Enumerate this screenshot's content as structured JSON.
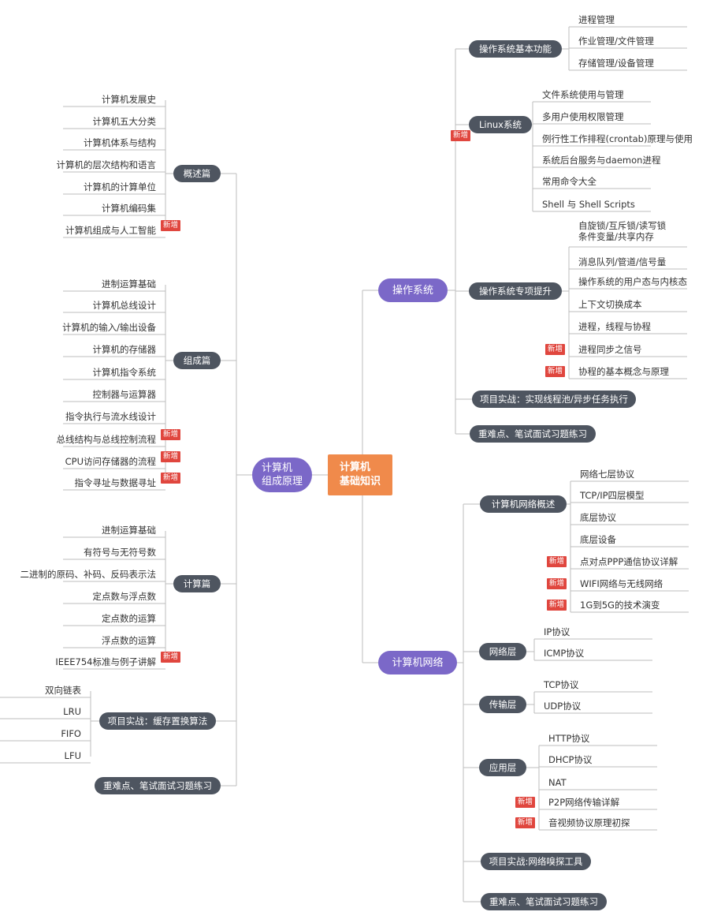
{
  "root": "计算机\n基础知识",
  "badge": "新增",
  "left": {
    "title": "计算机\n组成原理",
    "groups": [
      {
        "label": "概述篇",
        "items": [
          {
            "text": "计算机发展史"
          },
          {
            "text": "计算机五大分类"
          },
          {
            "text": "计算机体系与结构"
          },
          {
            "text": "计算机的层次结构和语言"
          },
          {
            "text": "计算机的计算单位"
          },
          {
            "text": "计算机编码集"
          },
          {
            "text": "计算机组成与人工智能",
            "isNew": true
          }
        ]
      },
      {
        "label": "组成篇",
        "items": [
          {
            "text": "进制运算基础"
          },
          {
            "text": "计算机总线设计"
          },
          {
            "text": "计算机的输入/输出设备"
          },
          {
            "text": "计算机的存储器"
          },
          {
            "text": "计算机指令系统"
          },
          {
            "text": "控制器与运算器"
          },
          {
            "text": "指令执行与流水线设计"
          },
          {
            "text": "总线结构与总线控制流程",
            "isNew": true
          },
          {
            "text": "CPU访问存储器的流程",
            "isNew": true
          },
          {
            "text": "指令寻址与数据寻址",
            "isNew": true
          }
        ]
      },
      {
        "label": "计算篇",
        "items": [
          {
            "text": "进制运算基础"
          },
          {
            "text": "有符号与无符号数"
          },
          {
            "text": "二进制的原码、补码、反码表示法"
          },
          {
            "text": "定点数与浮点数"
          },
          {
            "text": "定点数的运算"
          },
          {
            "text": "浮点数的运算"
          },
          {
            "text": "IEEE754标准与例子讲解",
            "isNew": true
          }
        ]
      },
      {
        "label": "项目实战：缓存置换算法",
        "items": [
          {
            "text": "双向链表"
          },
          {
            "text": "LRU"
          },
          {
            "text": "FIFO"
          },
          {
            "text": "LFU"
          }
        ]
      },
      {
        "label": "重难点、笔试面试习题练习",
        "items": []
      }
    ]
  },
  "right": [
    {
      "title": "操作系统",
      "groups": [
        {
          "label": "操作系统基本功能",
          "items": [
            {
              "text": "进程管理"
            },
            {
              "text": "作业管理/文件管理"
            },
            {
              "text": "存储管理/设备管理"
            }
          ]
        },
        {
          "label": "Linux系统",
          "isNew": true,
          "items": [
            {
              "text": "文件系统使用与管理"
            },
            {
              "text": "多用户使用权限管理"
            },
            {
              "text": "例行性工作排程(crontab)原理与使用"
            },
            {
              "text": "系统后台服务与daemon进程"
            },
            {
              "text": "常用命令大全"
            },
            {
              "text": "Shell 与 Shell Scripts"
            }
          ]
        },
        {
          "label": "操作系统专项提升",
          "items": [
            {
              "text": "自旋锁/互斥锁/读写锁\n条件变量/共享内存"
            },
            {
              "text": "消息队列/管道/信号量"
            },
            {
              "text": "操作系统的用户态与内核态"
            },
            {
              "text": "上下文切换成本"
            },
            {
              "text": "进程，线程与协程"
            },
            {
              "text": "进程同步之信号",
              "isNew": true
            },
            {
              "text": "协程的基本概念与原理",
              "isNew": true
            }
          ]
        },
        {
          "label": "项目实战：实现线程池/异步任务执行",
          "items": []
        },
        {
          "label": "重难点、笔试面试习题练习",
          "items": []
        }
      ]
    },
    {
      "title": "计算机网络",
      "groups": [
        {
          "label": "计算机网络概述",
          "items": [
            {
              "text": "网络七层协议"
            },
            {
              "text": "TCP/IP四层模型"
            },
            {
              "text": "底层协议"
            },
            {
              "text": "底层设备"
            },
            {
              "text": "点对点PPP通信协议详解",
              "isNew": true
            },
            {
              "text": "WIFI网络与无线网络",
              "isNew": true
            },
            {
              "text": "1G到5G的技术演变",
              "isNew": true
            }
          ]
        },
        {
          "label": "网络层",
          "items": [
            {
              "text": "IP协议"
            },
            {
              "text": "ICMP协议"
            }
          ]
        },
        {
          "label": "传输层",
          "items": [
            {
              "text": "TCP协议"
            },
            {
              "text": "UDP协议"
            }
          ]
        },
        {
          "label": "应用层",
          "items": [
            {
              "text": "HTTP协议"
            },
            {
              "text": "DHCP协议"
            },
            {
              "text": "NAT"
            },
            {
              "text": "P2P网络传输详解",
              "isNew": true
            },
            {
              "text": "音视频协议原理初探",
              "isNew": true
            }
          ]
        },
        {
          "label": "项目实战:网络嗅探工具",
          "items": []
        },
        {
          "label": "重难点、笔试面试习题练习",
          "items": []
        }
      ]
    }
  ]
}
